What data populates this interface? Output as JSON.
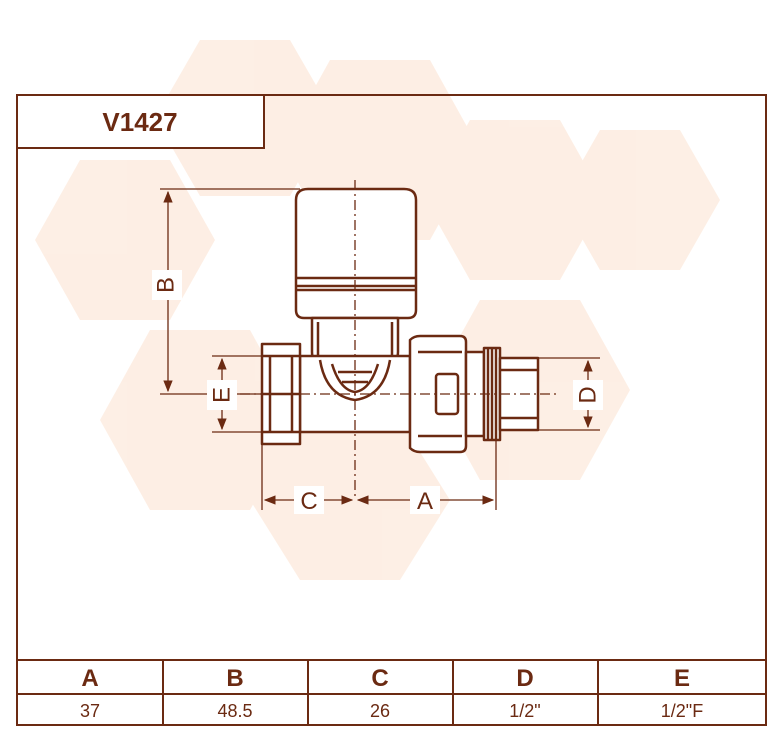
{
  "model_code": "V1427",
  "colors": {
    "line": "#6b2a12",
    "body_fill": "#ffffff",
    "watermark": "#fbe3d2"
  },
  "dimension_labels": {
    "a": "A",
    "b": "B",
    "c": "C",
    "d": "D",
    "e": "E"
  },
  "spec_table": {
    "headers": [
      "A",
      "B",
      "C",
      "D",
      "E"
    ],
    "values": [
      "37",
      "48.5",
      "26",
      "1/2\"",
      "1/2\"F"
    ]
  }
}
